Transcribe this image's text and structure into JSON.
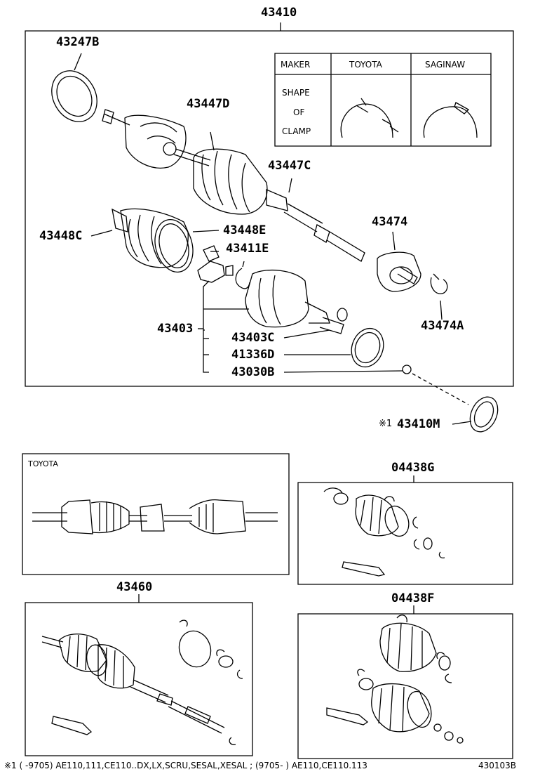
{
  "parts": {
    "main_assembly": "43410",
    "p43247B": "43247B",
    "p43447D": "43447D",
    "p43447C": "43447C",
    "p43448C": "43448C",
    "p43448E": "43448E",
    "p43411E": "43411E",
    "p43474": "43474",
    "p43474A": "43474A",
    "p43403": "43403",
    "p43403C": "43403C",
    "p41336D": "41336D",
    "p43030B": "43030B",
    "p43410M_mark": "※1",
    "p43410M": "43410M",
    "p04438G": "04438G",
    "p43460": "43460",
    "p04438F": "04438F"
  },
  "clamp_table": {
    "maker_header": "MAKER",
    "toyota_header": "TOYOTA",
    "saginaw_header": "SAGINAW",
    "shape_line1": "SHAPE",
    "shape_line2": "OF",
    "shape_line3": "CLAMP"
  },
  "toyota_box_label": "TOYOTA",
  "footer": {
    "note": "※1 (       -9705) AE110,111,CE110..DX,LX,SCRU,SESAL,XESAL ; (9705-         ) AE110,CE110.113",
    "code": "430103B"
  }
}
